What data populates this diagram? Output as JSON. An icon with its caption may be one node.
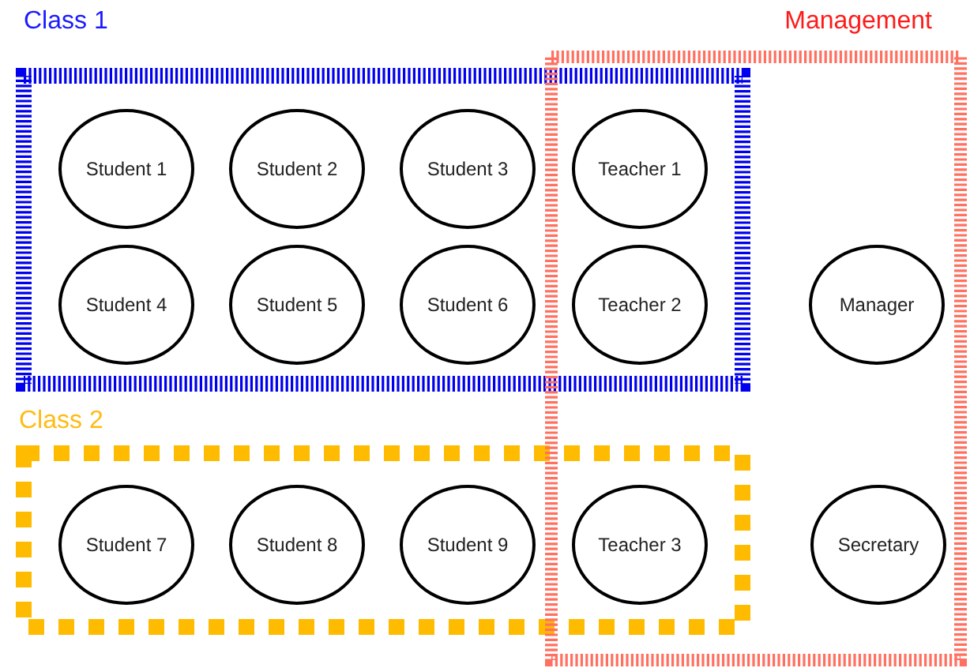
{
  "diagram": {
    "nodes": [
      {
        "text": [
          "Class 1"
        ]
      },
      {
        "text": [
          "Management"
        ]
      },
      {
        "text": [
          "Class 2"
        ]
      },
      {
        "text": [
          "Student 1"
        ],
        "in": 0
      },
      {
        "text": [
          "Student 2"
        ],
        "in": 0
      },
      {
        "text": [
          "Student 3"
        ],
        "in": 0
      },
      {
        "text": [
          "Teacher 1"
        ]
      },
      {
        "text": [
          "Student 4"
        ],
        "in": 0
      },
      {
        "text": [
          "Student 5"
        ],
        "in": 0
      },
      {
        "text": [
          "Student 6"
        ],
        "in": 0
      },
      {
        "text": [
          "Teacher 2"
        ]
      },
      {
        "text": [
          "Manager"
        ],
        "in": 1
      },
      {
        "text": [
          "Student 7"
        ],
        "in": 2
      },
      {
        "text": [
          "Student 8"
        ],
        "in": 2
      },
      {
        "text": [
          "Student 9"
        ],
        "in": 2
      },
      {
        "text": [
          "Teacher 3"
        ]
      },
      {
        "text": [
          "Secretary"
        ],
        "in": 1
      }
    ]
  }
}
